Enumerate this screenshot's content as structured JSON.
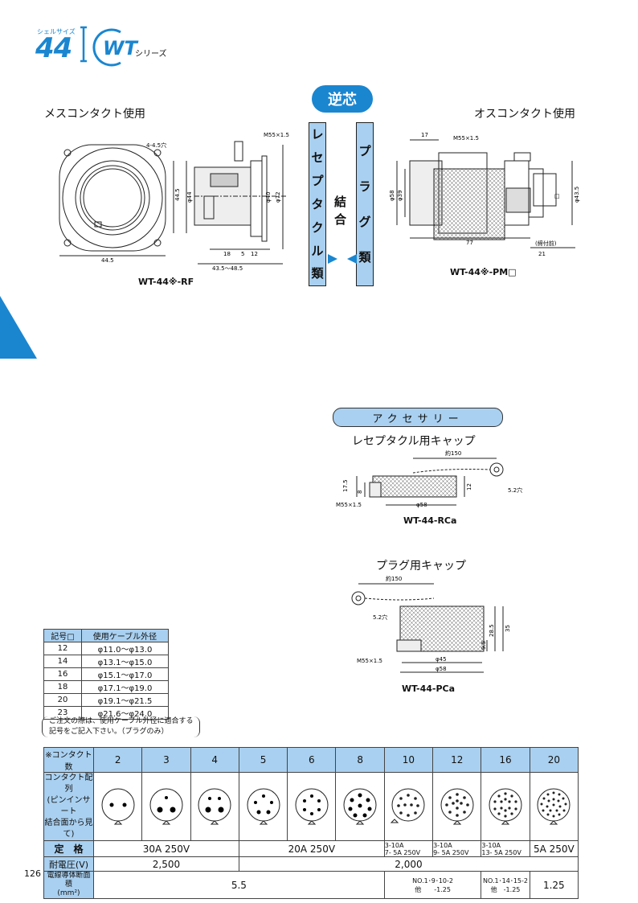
{
  "header": {
    "shell_label": "シェルサイズ",
    "shell_size": "44",
    "series_code": "WT",
    "series_suffix": "シリーズ"
  },
  "section": {
    "badge": "逆芯",
    "left_caption": "メスコンタクト使用",
    "right_caption": "オスコンタクト使用",
    "receptacle_bar": [
      "レ",
      "セ",
      "プ",
      "タ",
      "ク",
      "ル",
      "類"
    ],
    "plug_bar": [
      "プ",
      "ラ",
      "グ",
      "類"
    ],
    "join_chars": [
      "結",
      "合"
    ]
  },
  "drawing_rf": {
    "label": "WT-44※-RF",
    "dims": {
      "holes": "4-4.5穴",
      "side": "44.5",
      "bottom": "44.5",
      "thread": "M55×1.5",
      "d44": "φ44",
      "d40": "φ40",
      "d72": "φ72",
      "l18": "18",
      "l5": "5",
      "l12": "12",
      "range": "43.5〜48.5"
    }
  },
  "drawing_pm": {
    "label": "WT-44※-PM□",
    "dims": {
      "top17": "17",
      "thread": "M55×1.5",
      "d58": "φ58",
      "d39": "φ39",
      "d43": "φ43.5",
      "l77": "77",
      "lock": "(締付前)",
      "l21": "21",
      "sq": "□"
    }
  },
  "accessory": {
    "title": "アクセサリー",
    "rc_caption": "レセプタクル用キャップ",
    "rc_label": "WT-44-RCa",
    "rc_dims": {
      "approx": "約150",
      "d175": "17.5",
      "d8": "8",
      "d12": "12",
      "hole": "5.2穴",
      "thread": "M55×1.5",
      "d58": "φ58"
    },
    "pc_caption": "プラグ用キャップ",
    "pc_label": "WT-44-PCa",
    "pc_dims": {
      "approx": "約150",
      "hole": "5.2穴",
      "d285": "28.5",
      "d35": "35",
      "d95": "9.5",
      "thread": "M55×1.5",
      "d45": "φ45",
      "d58": "φ58"
    }
  },
  "cable_table": {
    "headers": [
      "記号□",
      "使用ケーブル外径"
    ],
    "rows": [
      [
        "12",
        "φ11.0〜φ13.0"
      ],
      [
        "14",
        "φ13.1〜φ15.0"
      ],
      [
        "16",
        "φ15.1〜φ17.0"
      ],
      [
        "18",
        "φ17.1〜φ19.0"
      ],
      [
        "20",
        "φ19.1〜φ21.5"
      ],
      [
        "23",
        "φ21.6〜φ24.0"
      ]
    ],
    "note_line1": "ご注文の際は、使用ケーブル外径に適合する",
    "note_line2": "記号をご記入下さい。（プラグのみ）"
  },
  "spec": {
    "contact_header": "※コンタクト数",
    "counts": [
      "2",
      "3",
      "4",
      "5",
      "6",
      "8",
      "10",
      "12",
      "16",
      "20"
    ],
    "layout_header": [
      "コンタクト配列",
      "(ピンインサート",
      "結合面から見て)"
    ],
    "rating_header": "定　格",
    "rating_a": "30A 250V",
    "rating_b": "20A 250V",
    "rating_10": [
      "3-10A",
      "7- 5A 250V"
    ],
    "rating_12": [
      "3-10A",
      "9- 5A 250V"
    ],
    "rating_16": [
      "3-10A",
      "13- 5A 250V"
    ],
    "rating_20": "5A 250V",
    "voltage_header": "耐電圧(V)",
    "voltage_a": "2,500",
    "voltage_b": "2,000",
    "area_header": [
      "電線導体断面積",
      "(mm²)"
    ],
    "area_a": "5.5",
    "area_b": [
      "NO.1･9･10-2",
      "他　　-1.25"
    ],
    "area_c": [
      "NO.1･14･15-2",
      "他　-1.25"
    ],
    "area_d": "1.25"
  },
  "page_number": "126",
  "colors": {
    "accent": "#1a86d0",
    "bar": "#a9d0f0",
    "badge": "#1a86d0"
  }
}
